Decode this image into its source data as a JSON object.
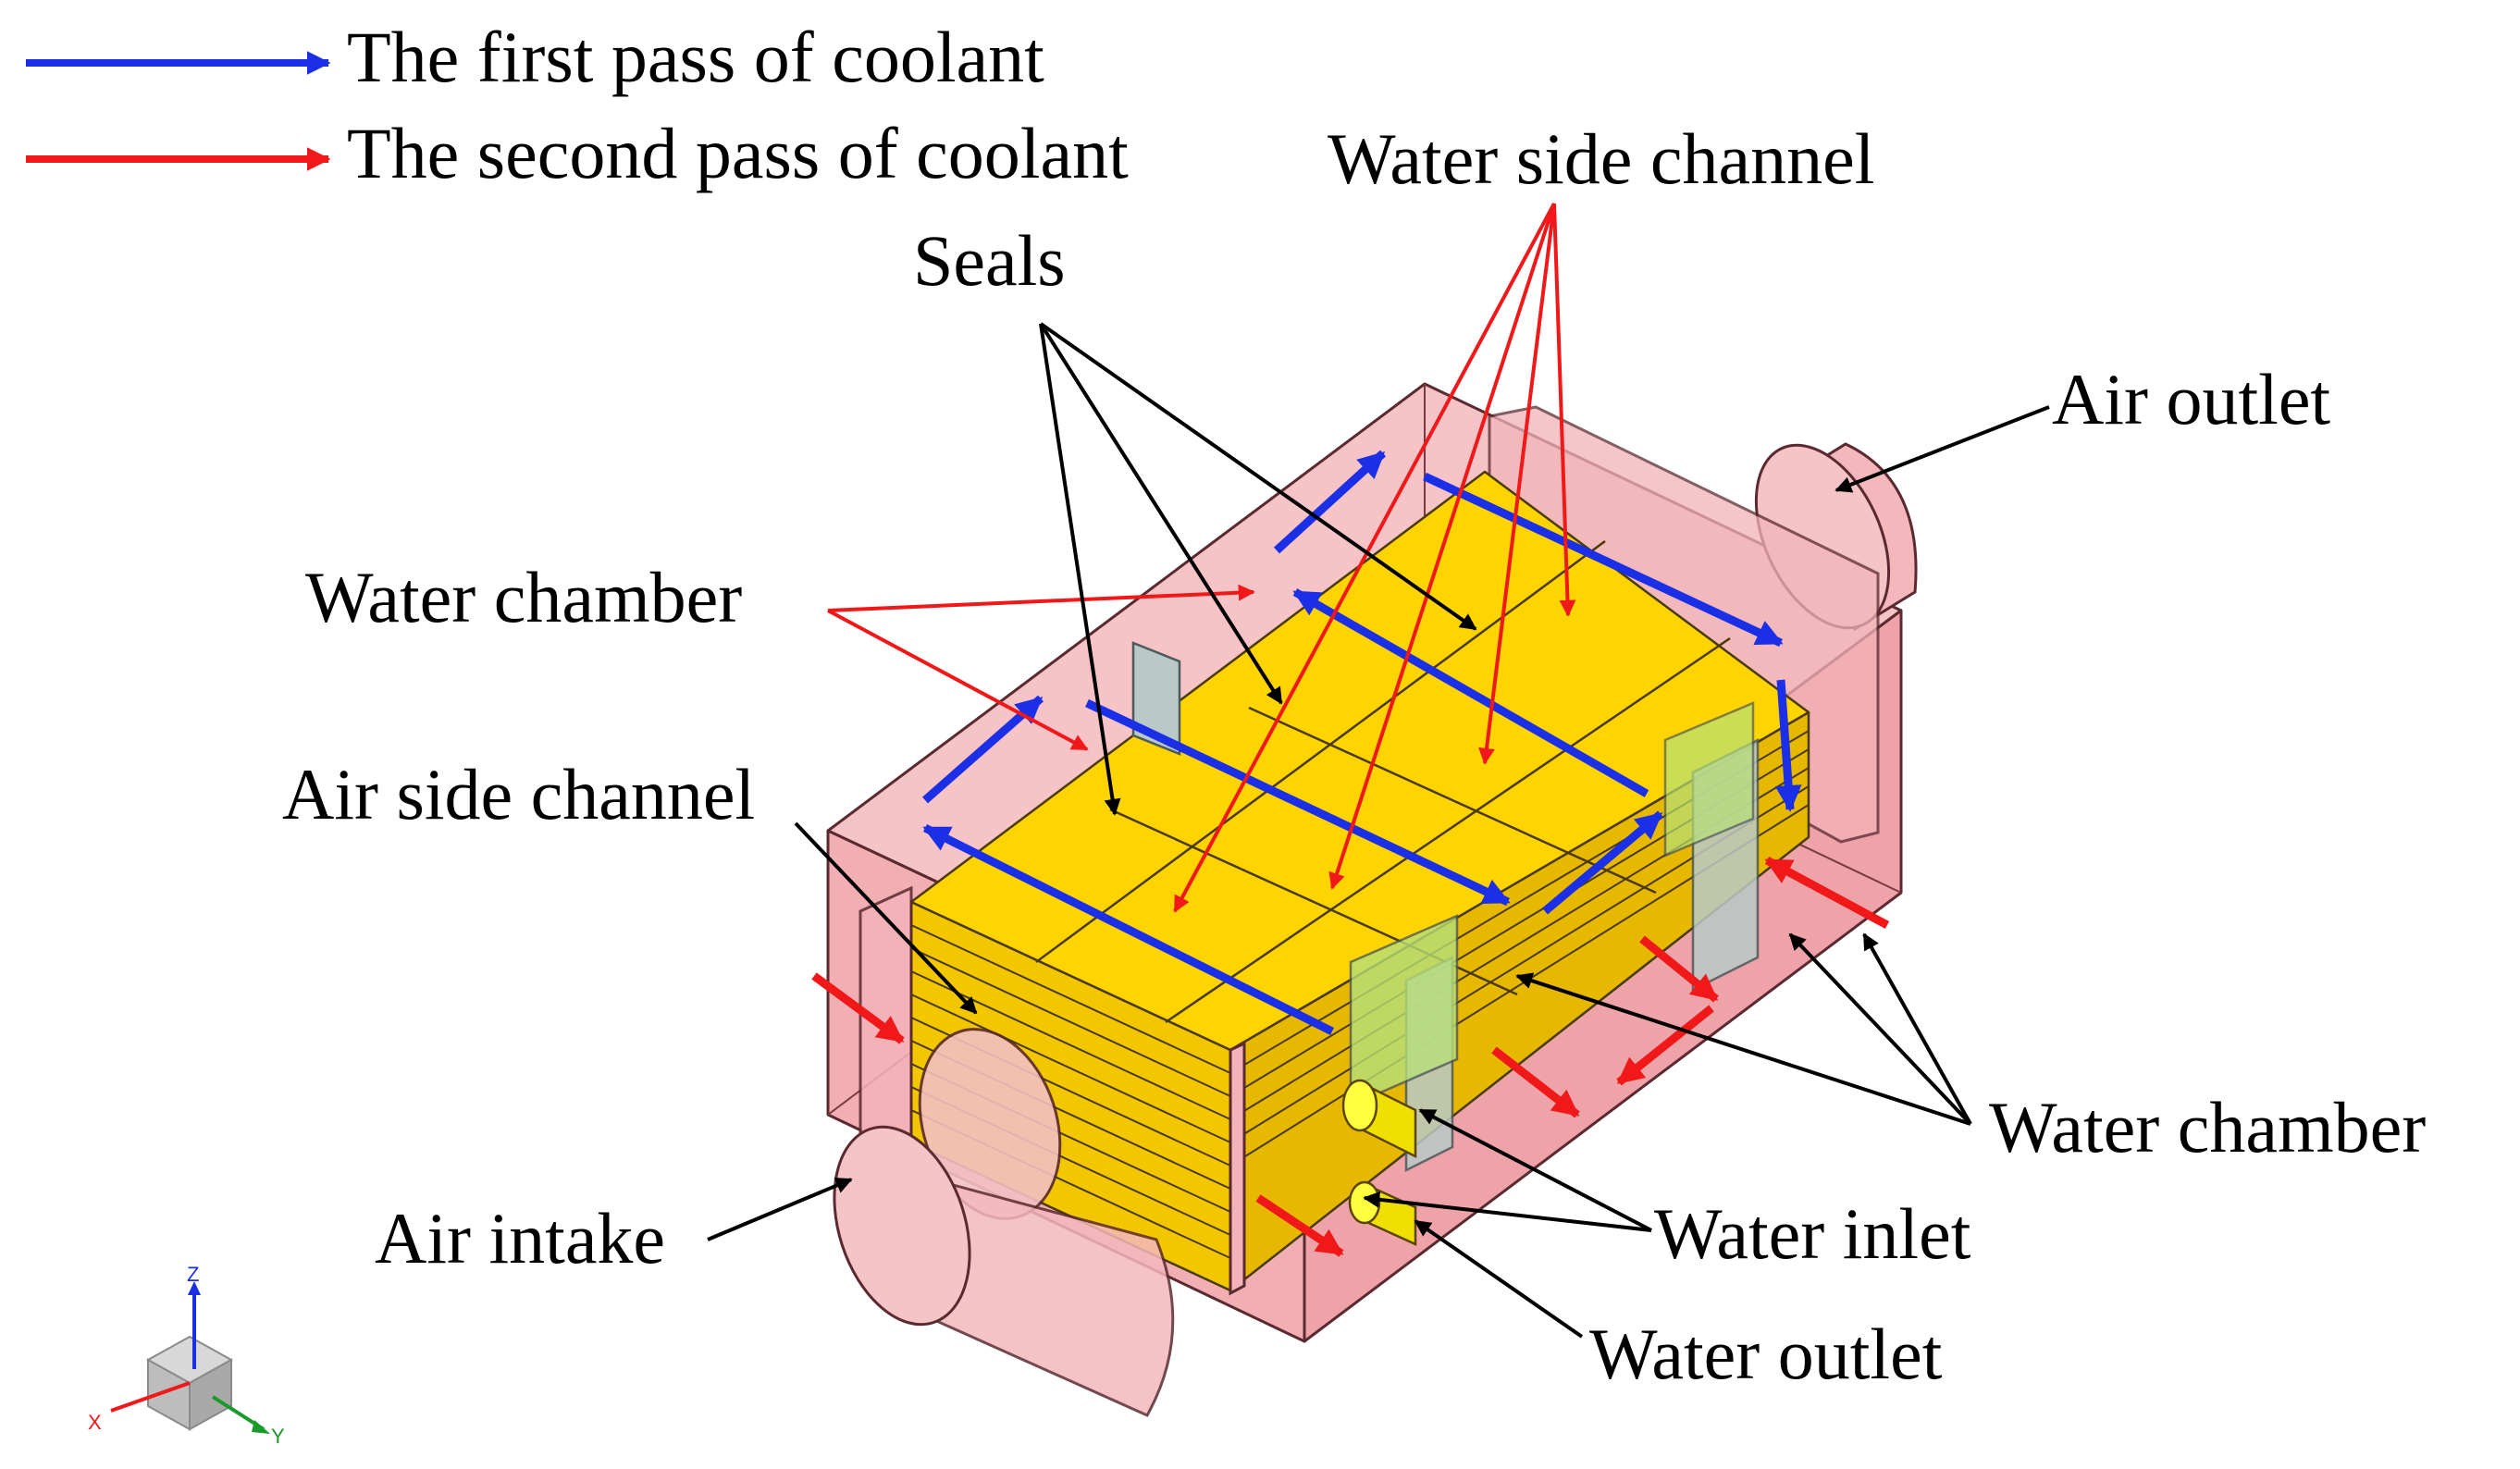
{
  "legend": {
    "first_pass": "The first pass of coolant",
    "second_pass": "The second pass of coolant"
  },
  "labels": {
    "water_side_channel": "Water side channel",
    "seals": "Seals",
    "air_outlet": "Air outlet",
    "water_chamber_left": "Water chamber",
    "air_side_channel": "Air side channel",
    "water_chamber_right": "Water chamber",
    "water_inlet": "Water inlet",
    "air_intake": "Air intake",
    "water_outlet": "Water outlet"
  },
  "axis_triad": {
    "z": "Z",
    "x": "X",
    "y": "Y"
  },
  "colors": {
    "first_pass": "#1a2fe6",
    "second_pass": "#f01818",
    "housing": "#f4b8bc",
    "core": "#ffd400",
    "leader": "#000000"
  }
}
